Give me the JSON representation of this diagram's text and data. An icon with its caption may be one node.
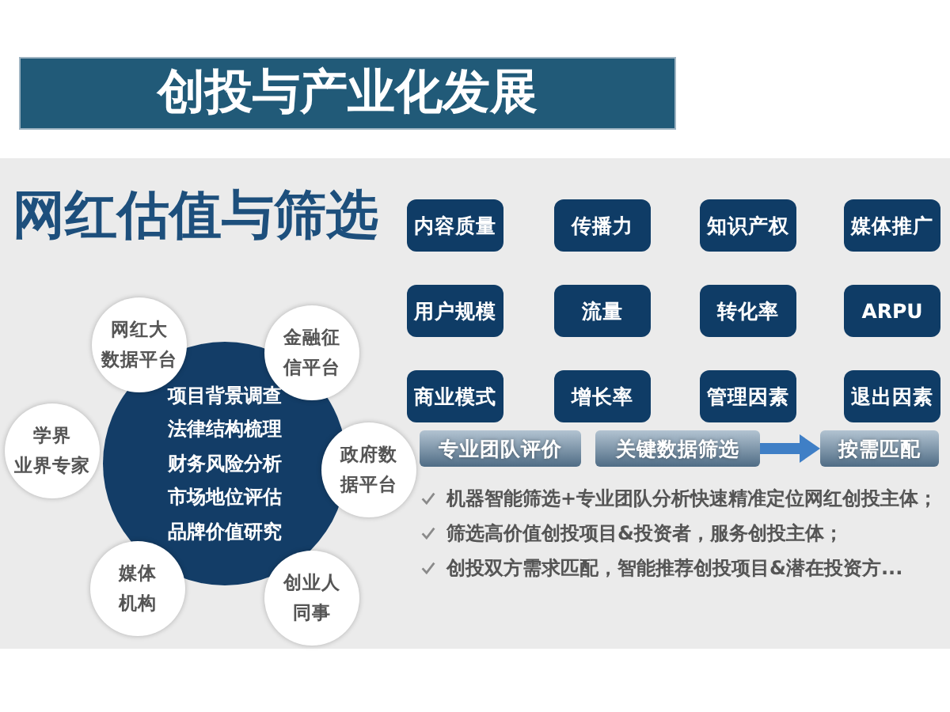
{
  "diagram": {
    "title": "创投与产业化发展",
    "nodes": [
      {
        "text": [
          "网红大数据平台"
        ]
      },
      {
        "text": [
          "金融征信平台"
        ]
      },
      {
        "text": [
          "项目背景调查",
          "法律结构梳理",
          "财务风险分析",
          "市场地位评估",
          "品牌价值研究"
        ]
      },
      {
        "text": [
          "学界业界专家"
        ]
      },
      {
        "text": [
          "政府数据平台"
        ]
      },
      {
        "text": [
          "媒体机构"
        ]
      },
      {
        "text": [
          "创业人同事"
        ]
      },
      {
        "text": [
          "内容质量"
        ]
      },
      {
        "text": [
          "传播力"
        ]
      },
      {
        "text": [
          "知识产权"
        ]
      },
      {
        "text": [
          "媒体推广"
        ]
      },
      {
        "text": [
          "用户规模"
        ]
      },
      {
        "text": [
          "流量"
        ]
      },
      {
        "text": [
          "转化率"
        ]
      },
      {
        "text": [
          "ARPU"
        ]
      },
      {
        "text": [
          "商业模式"
        ]
      },
      {
        "text": [
          "增长率"
        ]
      },
      {
        "text": [
          "管理因素"
        ]
      },
      {
        "text": [
          "退出因素"
        ]
      },
      {
        "text": [
          "专业团队评价"
        ]
      },
      {
        "text": [
          "关键数据筛选"
        ]
      },
      {
        "text": [
          "按需匹配"
        ]
      }
    ],
    "edges": [
      {
        "from": 20,
        "to": 21,
        "arrow": "to"
      }
    ],
    "labels": [
      "网红估值与筛选",
      "机器智能筛选+专业团队分析快速精准定位网红创投主体；",
      "筛选高价值创投项目&投资者，服务创投主体；",
      "创投双方需求匹配，智能推荐创投项目&潜在投资方..."
    ]
  }
}
